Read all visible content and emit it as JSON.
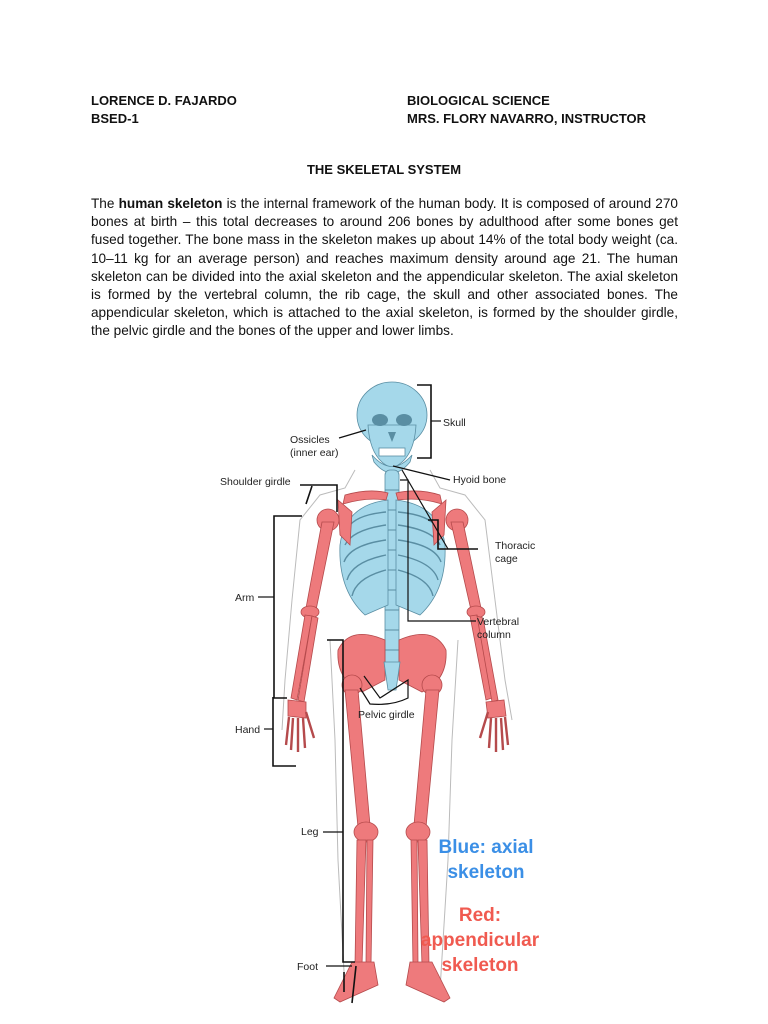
{
  "header": {
    "left": [
      "LORENCE D. FAJARDO",
      "BSED-1"
    ],
    "right": [
      "BIOLOGICAL SCIENCE",
      "MRS. FLORY NAVARRO, INSTRUCTOR"
    ]
  },
  "title": "THE SKELETAL SYSTEM",
  "paragraph": {
    "lead": "The ",
    "bold": "human skeleton",
    "rest": " is the internal framework of the human body. It is composed of around 270 bones at birth – this total decreases to around 206 bones by adulthood after some bones get fused together. The bone mass in the skeleton makes up about 14% of the total body weight (ca. 10–11 kg for an average person) and reaches maximum density around age 21. The human skeleton can be divided into the axial skeleton and the appendicular skeleton. The axial skeleton is formed by the vertebral column, the rib cage, the skull and other associated bones. The appendicular skeleton, which is attached to the axial skeleton, is formed by the shoulder girdle, the pelvic girdle and the bones of the upper and lower limbs."
  },
  "figure": {
    "labels": {
      "skull": "Skull",
      "ossicles_1": "Ossicles",
      "ossicles_2": "(inner ear)",
      "hyoid": "Hyoid bone",
      "shoulder_girdle": "Shoulder girdle",
      "thoracic_1": "Thoracic",
      "thoracic_2": "cage",
      "arm": "Arm",
      "vertebral_1": "Vertebral",
      "vertebral_2": "column",
      "pelvic_girdle": "Pelvic girdle",
      "hand": "Hand",
      "leg": "Leg",
      "foot": "Foot"
    },
    "legend": {
      "blue_1": "Blue: axial",
      "blue_2": "skeleton",
      "red_1": "Red:",
      "red_2": "appendicular",
      "red_3": "skeleton"
    },
    "colors": {
      "axial": "#a5d8ea",
      "appendicular": "#ee7a7c",
      "legend_blue": "#3b8fe6",
      "legend_red": "#f05a50"
    }
  }
}
